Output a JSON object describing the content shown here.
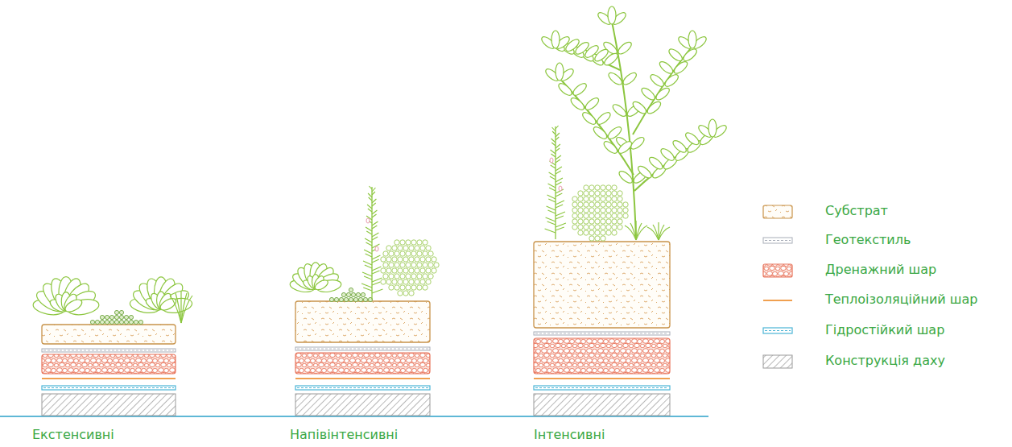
{
  "diagram": {
    "labels": [
      "Екстенсивні",
      "Напівінтенсивні",
      "Інтенсивні"
    ],
    "legend": [
      {
        "text": "Субстрат"
      },
      {
        "text": "Геотекстиль"
      },
      {
        "text": "Дренажний шар"
      },
      {
        "text": "Теплоізоляційний шар"
      },
      {
        "text": "Гідростійкий шар"
      },
      {
        "text": "Конструкція даху"
      }
    ]
  }
}
